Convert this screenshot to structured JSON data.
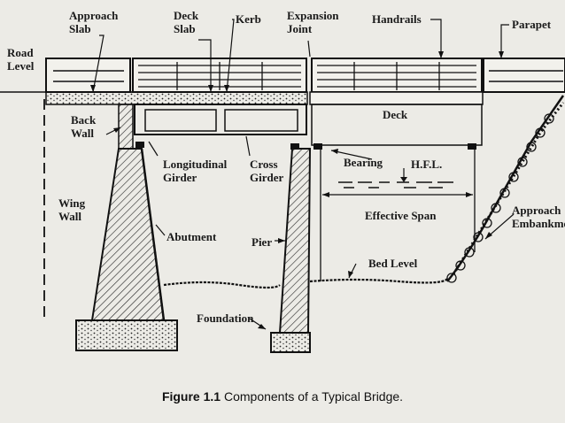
{
  "labels": {
    "approach_slab": "Approach\nSlab",
    "deck_slab": "Deck\nSlab",
    "kerb": "Kerb",
    "expansion_joint": "Expansion\nJoint",
    "handrails": "Handrails",
    "parapet": "Parapet",
    "road_level": "Road\nLevel",
    "back_wall": "Back\nWall",
    "deck": "Deck",
    "longitudinal_girder": "Longitudinal\nGirder",
    "cross_girder": "Cross\nGirder",
    "bearing": "Bearing",
    "hfl": "H.F.L.",
    "wing_wall": "Wing\nWall",
    "effective_span": "Effective Span",
    "approach_embankment": "Approach\nEmbankment",
    "abutment": "Abutment",
    "pier": "Pier",
    "bed_level": "Bed Level",
    "foundation": "Foundation"
  },
  "caption": {
    "number": "Figure 1.1",
    "text": "Components of a Typical Bridge."
  }
}
